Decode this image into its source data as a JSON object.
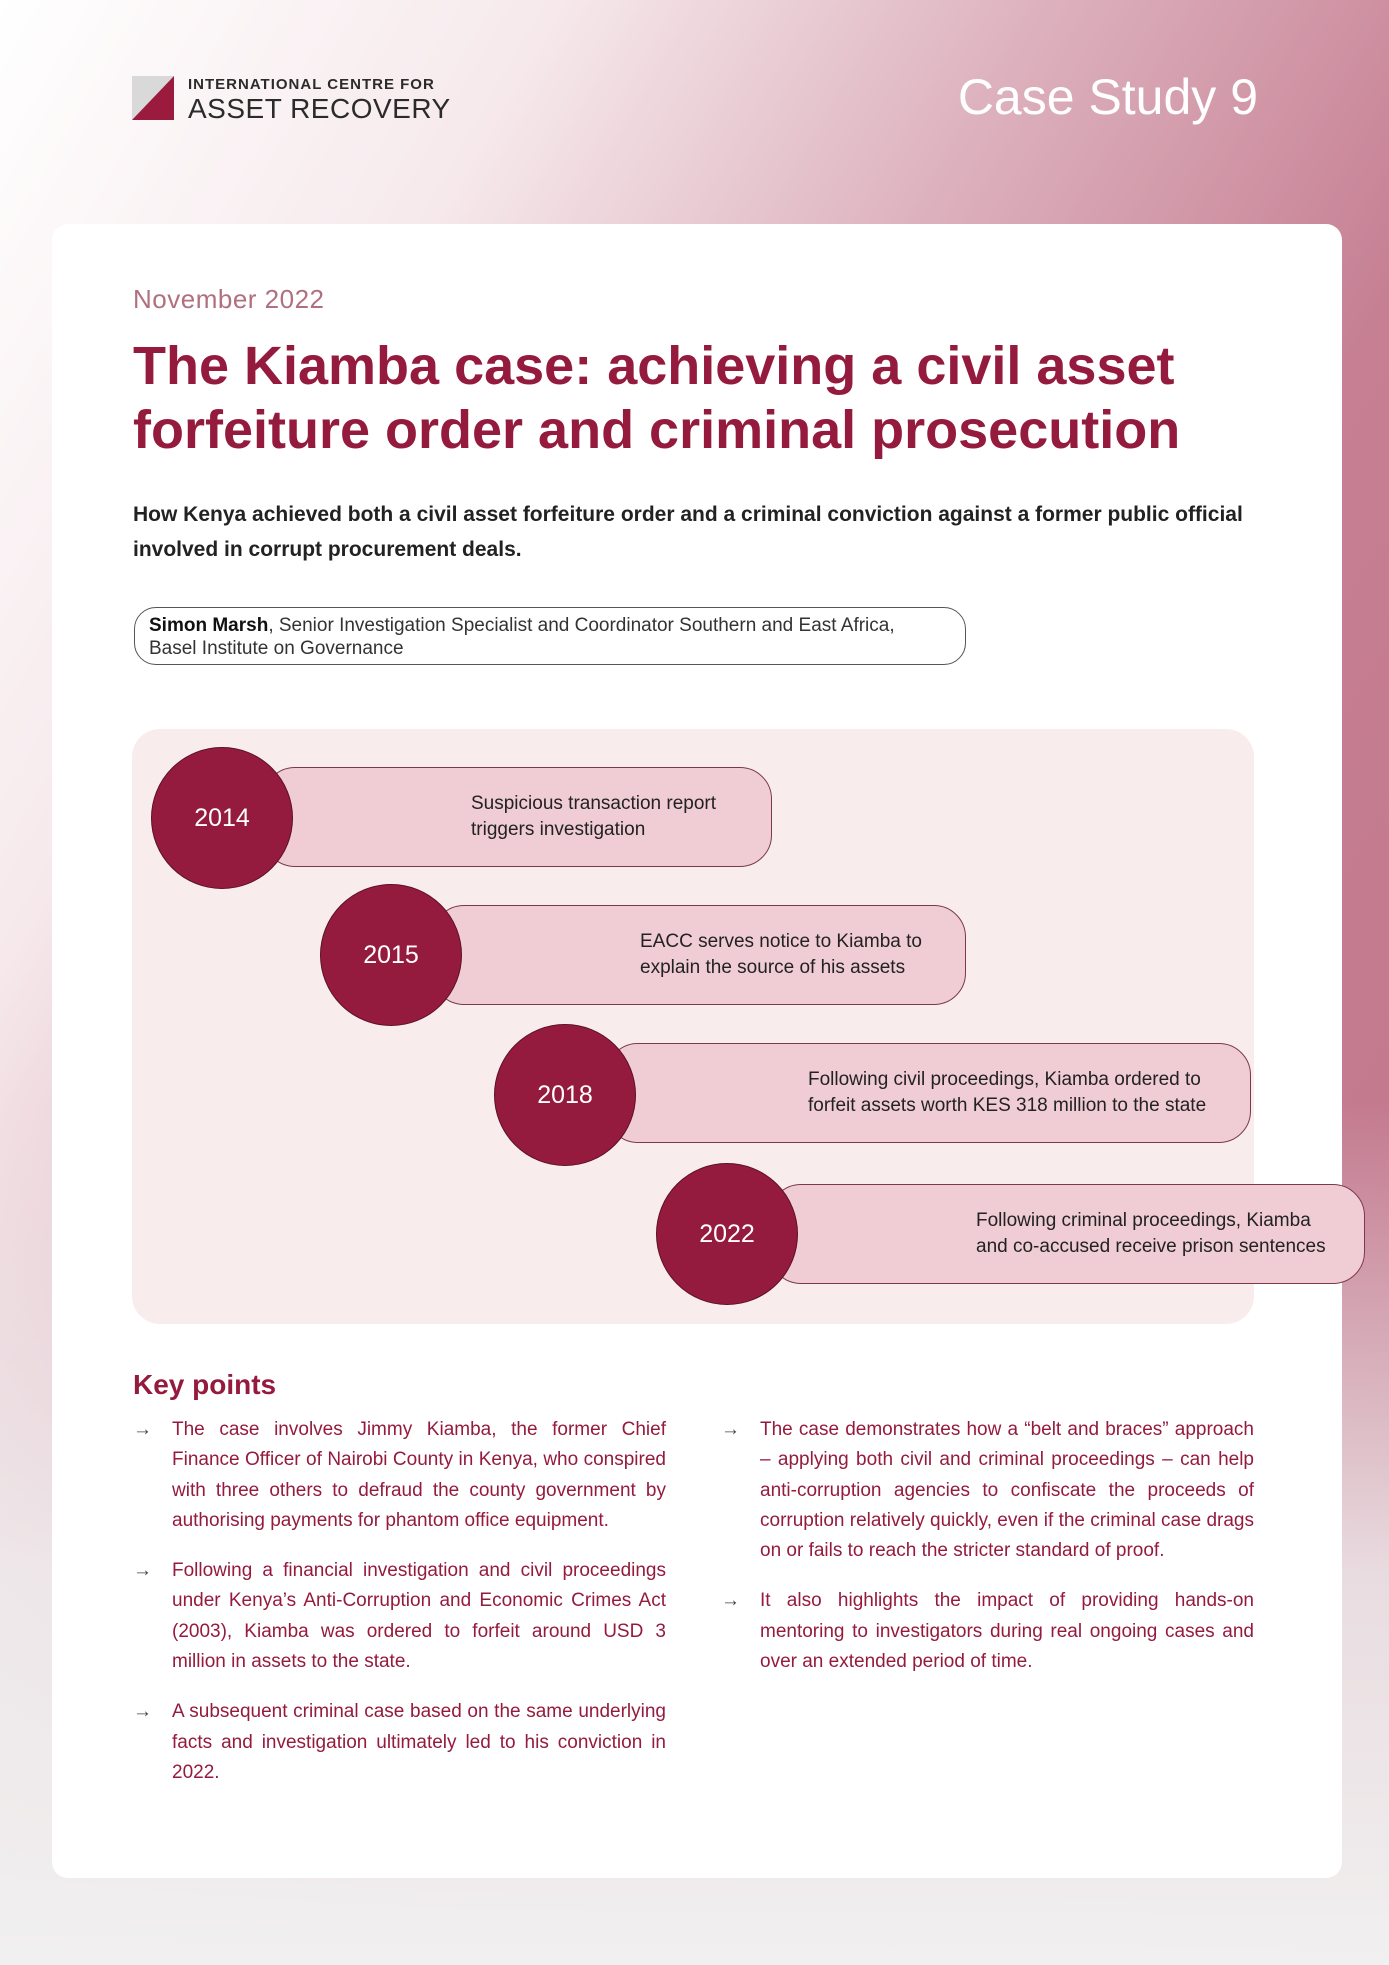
{
  "header": {
    "logo_line1": "INTERNATIONAL CENTRE FOR",
    "logo_line2": "ASSET RECOVERY",
    "case_label": "Case Study 9"
  },
  "article": {
    "date": "November 2022",
    "title_line1": "The Kiamba case: achieving a civil asset",
    "title_line2": "forfeiture order and criminal prosecution",
    "lead": "How Kenya achieved both a civil asset forfeiture order and a criminal conviction against a former public official involved in corrupt procurement deals.",
    "author_name": "Simon Marsh",
    "author_role": ", Senior Investigation Specialist and Coordinator Southern and East Africa,",
    "author_org": "Basel Institute on Governance"
  },
  "timeline": [
    {
      "year": "2014",
      "line1": "Suspicious transaction report",
      "line2": "triggers investigation"
    },
    {
      "year": "2015",
      "line1": "EACC serves notice to Kiamba to",
      "line2": "explain the source of his assets"
    },
    {
      "year": "2018",
      "line1": "Following civil proceedings, Kiamba ordered to",
      "line2": "forfeit assets worth KES 318 million to the state"
    },
    {
      "year": "2022",
      "line1": "Following criminal proceedings, Kiamba",
      "line2": "and co-accused receive prison sentences"
    }
  ],
  "key_points": {
    "heading": "Key points",
    "arrow": "→",
    "left": [
      "The case involves Jimmy Kiamba, the former Chief Finance Officer of Nairobi County in Kenya, who conspired with three others to defraud the county government by authorising payments for phantom office equipment.",
      "Following a financial investigation and civil proceedings under Kenya’s Anti-Corruption and Economic Crimes Act (2003), Kiamba was ordered to forfeit around USD 3 million in assets to the state.",
      "A subsequent criminal case based on the same underlying facts and investigation ultimately led to his conviction in 2022."
    ],
    "right": [
      "The case demonstrates how a “belt and braces” approach – applying both civil and criminal proceedings – can help anti-corruption agencies to confiscate the proceeds of corruption relatively quickly, even if the criminal case drags on or fails to reach the stricter standard of proof.",
      "It also highlights the impact of providing hands-on mentoring to investigators during real ongoing cases and over an extended period of time."
    ]
  },
  "colors": {
    "accent": "#951b3e",
    "pill": "#f0cdd5",
    "panel": "#f9eced"
  }
}
